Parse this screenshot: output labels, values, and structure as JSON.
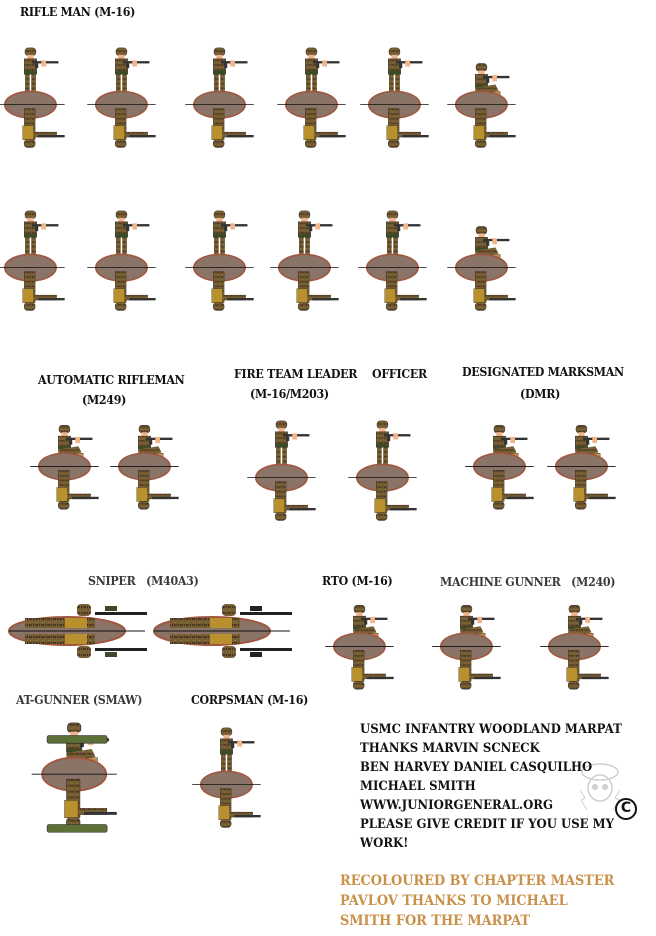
{
  "colors": {
    "base_fill": "#8a7468",
    "base_rim": "#a0573f",
    "camo_dark": "#4a3a26",
    "camo_mid": "#7a5a30",
    "camo_light": "#5f6d3a",
    "boot": "#c9914a",
    "rifle": "#333333",
    "skin": "#f4b48a",
    "skin_dark": "#6b3a1a",
    "pack_tan": "#b8912e",
    "smaw_green": "#5d7038",
    "label_black": "#111111",
    "label_grey": "#3a3a3a",
    "recolour_text": "#c9914a"
  },
  "sections": {
    "rifleman": {
      "title": "RIFLE MAN (M-16)"
    },
    "automatic_rifleman": {
      "title": "AUTOMATIC RIFLEMAN",
      "subtitle": "(M249)"
    },
    "fire_team_leader": {
      "title": "FIRE TEAM LEADER",
      "subtitle": "(M-16/M203)"
    },
    "officer": {
      "title": "OFFICER"
    },
    "designated_marksman": {
      "title": "DESIGNATED MARKSMAN",
      "subtitle": "(DMR)"
    },
    "sniper": {
      "title": "SNIPER   (M40A3)"
    },
    "rto": {
      "title": "RTO (M-16)"
    },
    "machine_gunner": {
      "title": "MACHINE GUNNER   (M240)"
    },
    "at_gunner": {
      "title": "AT-GUNNER (SMAW)"
    },
    "corpsman": {
      "title": "CORPSMAN (M-16)"
    }
  },
  "credits": {
    "lines": [
      "USMC INFANTRY WOODLAND MARPAT",
      "THANKS MARVIN SCNECK",
      "BEN HARVEY DANIEL CASQUILHO",
      "MICHAEL SMITH",
      "WWW.JUNIORGENERAL.ORG",
      "PLEASE GIVE CREDIT IF YOU USE MY",
      "WORK!"
    ],
    "copyright_symbol": "C"
  },
  "recolour": {
    "lines": [
      "RECOLOURED BY CHAPTER MASTER",
      "PAVLOV THANKS TO MICHAEL",
      "SMITH FOR THE MARPAT"
    ]
  }
}
